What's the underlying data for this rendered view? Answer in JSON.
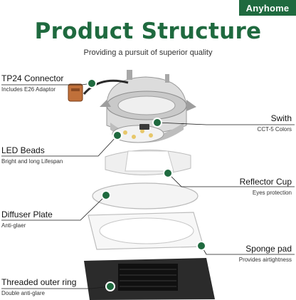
{
  "brand": "Anyhome",
  "title": "Product Structure",
  "subtitle": "Providing a pursuit of superior quality",
  "parts": [
    {
      "name": "TP24 Connector",
      "desc": "Includes E26 Adaptor"
    },
    {
      "name": "Swith",
      "desc": "CCT-5 Colors"
    },
    {
      "name": "LED Beads",
      "desc": "Bright and long Lifespan"
    },
    {
      "name": "Reflector Cup",
      "desc": "Eyes protection"
    },
    {
      "name": "Diffuser Plate",
      "desc": "Anti-glaer"
    },
    {
      "name": "Sponge pad",
      "desc": "Provides airtightness"
    },
    {
      "name": "Threaded outer ring",
      "desc": "Double anti-glare"
    }
  ],
  "colors": {
    "accent": "#1f6a3f"
  }
}
